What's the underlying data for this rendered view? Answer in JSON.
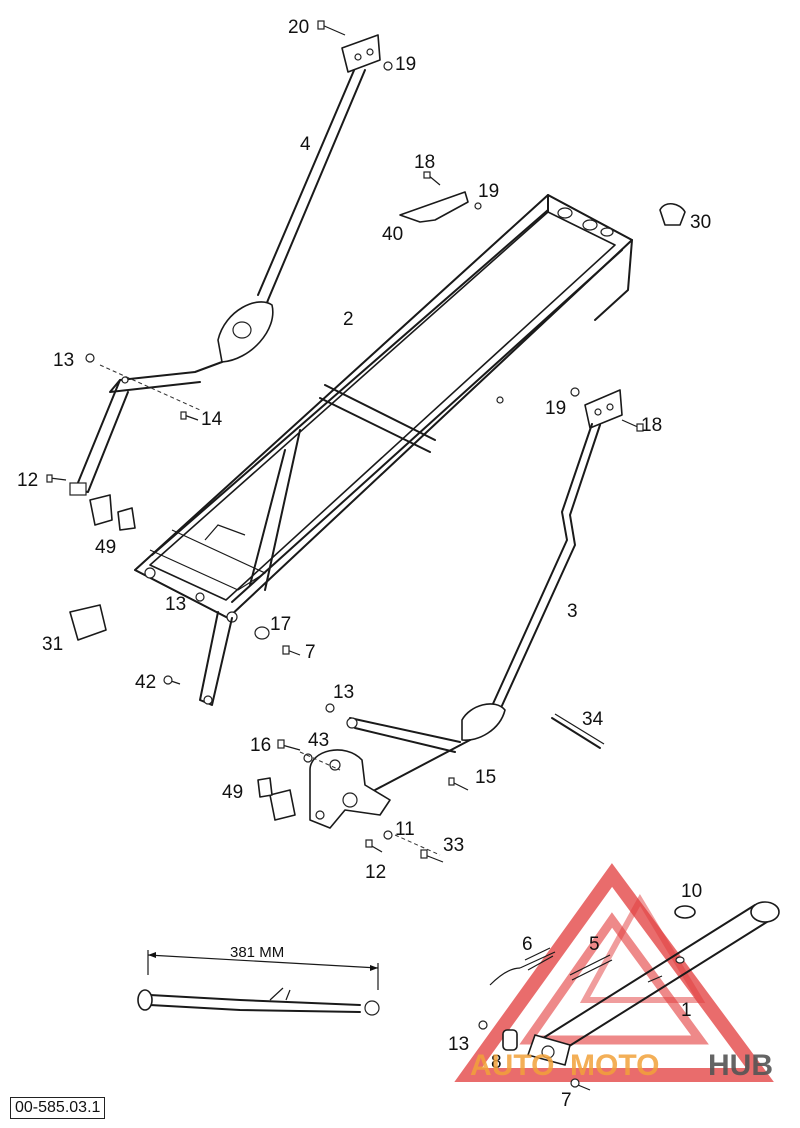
{
  "callouts": {
    "c20": "20",
    "c19a": "19",
    "c4": "4",
    "c18a": "18",
    "c19b": "19",
    "c40": "40",
    "c30": "30",
    "c2": "2",
    "c13a": "13",
    "c14": "14",
    "c12a": "12",
    "c49a": "49",
    "c19c": "19",
    "c18b": "18",
    "c13b": "13",
    "c3": "3",
    "c31": "31",
    "c17": "17",
    "c7a": "7",
    "c42": "42",
    "c13c": "13",
    "c34": "34",
    "c16": "16",
    "c43": "43",
    "c15": "15",
    "c49b": "49",
    "c11": "11",
    "c33": "33",
    "c12b": "12",
    "c10": "10",
    "c6": "6",
    "c5": "5",
    "c1": "1",
    "c13d": "13",
    "c8": "8",
    "c7b": "7"
  },
  "dimension": {
    "label": "381 MM"
  },
  "watermark": {
    "text_a": "AUTO",
    "text_b": "MOTO",
    "text_c": "HUB",
    "color_red": "#e23b3b",
    "color_orange": "#f2a23a",
    "color_gray": "#555555"
  },
  "document": {
    "code": "00-585.03.1"
  }
}
